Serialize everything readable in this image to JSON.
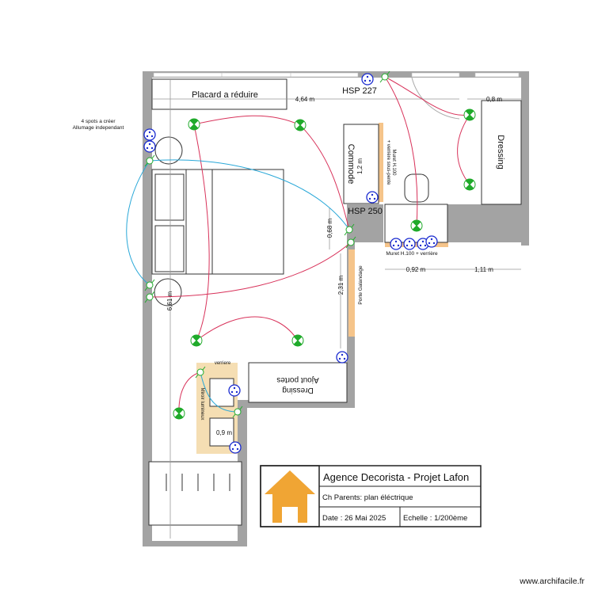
{
  "labels": {
    "placard": "Placard a réduire",
    "hsp227": "HSP 227",
    "hsp250": "HSP 250",
    "width_total": "4,64 m",
    "width_dressing": "0,8 m",
    "spots_note_1": "4 spots a créer",
    "spots_note_2": "Allumage independant",
    "commode": "Commode",
    "commode_dim": "1,2 m",
    "muret_vertical_1": "Muret H.100",
    "muret_vertical_2": "+ verrière sous-pente",
    "dressing_right": "Dressing",
    "muret_desk": "Muret H.100 + verrière",
    "dim_068": "0,68 m",
    "dim_092": "0,92 m",
    "dim_111": "1,11 m",
    "dim_231": "2,31 m",
    "dim_661": "6,61 m",
    "dim_09": "0,9 m",
    "porte_galandage": "Porte Galandage",
    "verriere": "verriere",
    "miroir": "Miroir lumineux",
    "dressing_bottom_1": "Dressing",
    "dressing_bottom_2": "Ajout portes"
  },
  "title_block": {
    "title": "Agence Decorista - Projet Lafon",
    "subtitle": "Ch Parents: plan éléctrique",
    "date": "Date : 26 Mai 2025",
    "scale": "Echelle : 1/200ème",
    "logo_color": "#f0a534"
  },
  "watermark": "www.archifacile.fr",
  "colors": {
    "wall": "#a3a3a3",
    "wire_red": "#d8325a",
    "wire_blue": "#2aa8d8",
    "light": "#1faa2a",
    "outlet": "#1a2bd0",
    "muret": "#f5c48a"
  }
}
